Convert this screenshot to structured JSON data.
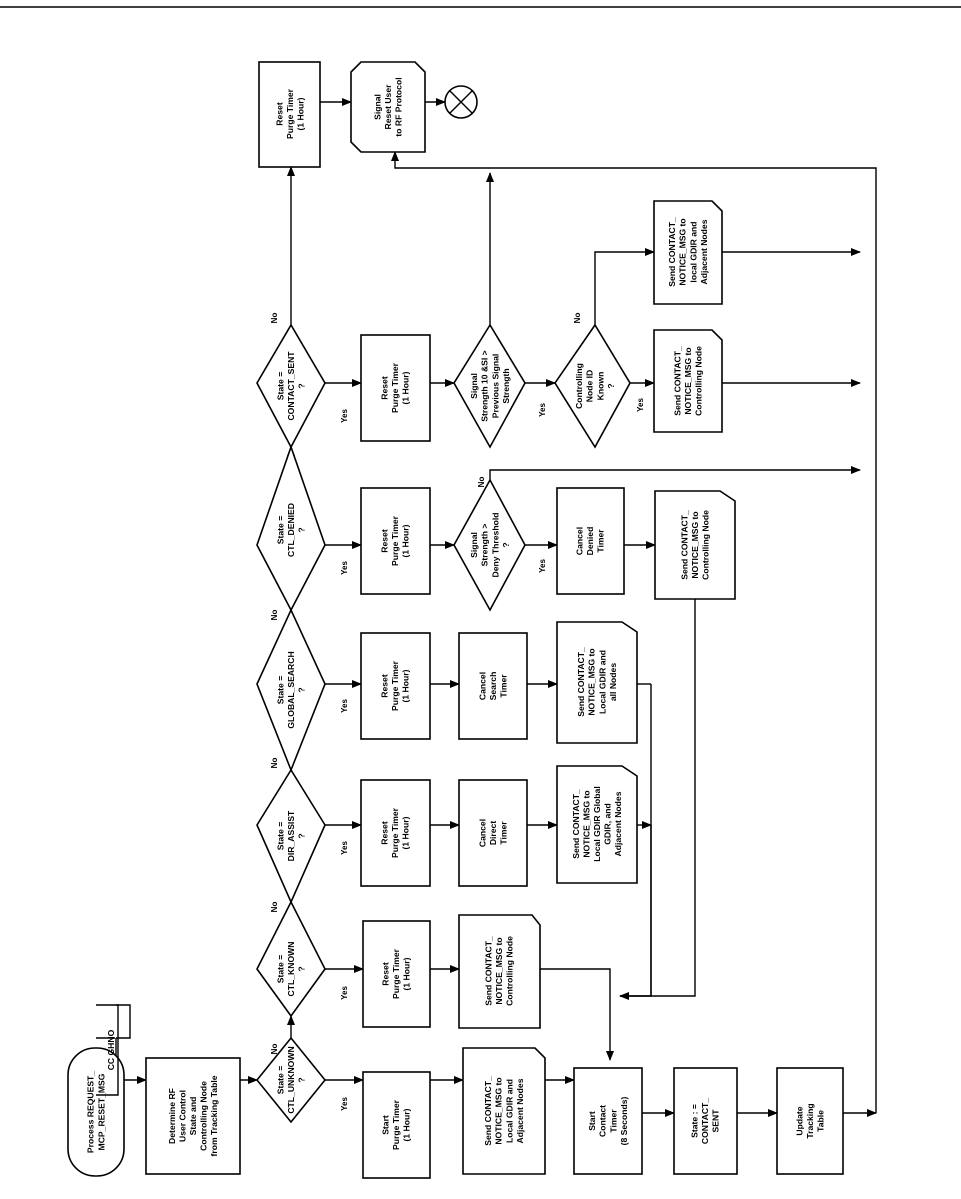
{
  "nodes": {
    "process": {
      "lines": [
        "Process REQUEST_",
        "MCP_RESET_MSG"
      ]
    },
    "ccgh": {
      "lines": [
        "CC GHNO"
      ]
    },
    "determine": {
      "lines": [
        "Determine RF",
        "User Control",
        "State and",
        "Controlling Node",
        "from Tracking Table"
      ]
    },
    "d1": {
      "lines": [
        "State =",
        "CTL_UNKNOWN",
        "?"
      ]
    },
    "r1": {
      "lines": [
        "Start",
        "Purge Timer",
        "(1 Hour)"
      ]
    },
    "m1": {
      "lines": [
        "Send CONTACT_",
        "NOTICE_MSG to",
        "Local GDIR and",
        "Adjacent Nodes"
      ]
    },
    "startcontact": {
      "lines": [
        "Start",
        "Contact",
        "Timer",
        "(8 Seconds)"
      ]
    },
    "stateset": {
      "lines": [
        "State : =",
        "CONTACT_",
        "SENT"
      ]
    },
    "update": {
      "lines": [
        "Update",
        "Tracking",
        "Table"
      ]
    },
    "d2": {
      "lines": [
        "State =",
        "CTL_KNOWN",
        "?"
      ]
    },
    "r2": {
      "lines": [
        "Reset",
        "Purge Timer",
        "(1 Hour)"
      ]
    },
    "m2": {
      "lines": [
        "Send CONTACT_",
        "NOTICE_MSG to",
        "Controlling Node"
      ]
    },
    "d3": {
      "lines": [
        "State =",
        "DIR_ASSIST",
        "?"
      ]
    },
    "r3": {
      "lines": [
        "Reset",
        "Purge Timer",
        "(1 Hour)"
      ]
    },
    "c3": {
      "lines": [
        "Cancel",
        "Direct",
        "Timer"
      ]
    },
    "m3": {
      "lines": [
        "Send CONTACT_",
        "NOTICE_MSG to",
        "Local GDIR Global",
        "GDIR, and",
        "Adjacent Nodes"
      ]
    },
    "d4": {
      "lines": [
        "State =",
        "GLOBAL_SEARCH",
        "?"
      ]
    },
    "r4": {
      "lines": [
        "Reset",
        "Purge Timer",
        "(1 Hour)"
      ]
    },
    "c4": {
      "lines": [
        "Cancel",
        "Search",
        "Timer"
      ]
    },
    "m4": {
      "lines": [
        "Send CONTACT_",
        "NOTICE_MSG to",
        "Local GDIR and",
        "all Nodes"
      ]
    },
    "d5": {
      "lines": [
        "State =",
        "CTL_DENIED",
        "?"
      ]
    },
    "r5": {
      "lines": [
        "Reset",
        "Purge Timer",
        "(1 Hour)"
      ]
    },
    "d5b": {
      "lines": [
        "Signal",
        "Strength >",
        "Deny Threshold",
        "?"
      ]
    },
    "c5": {
      "lines": [
        "Cancel",
        "Denied",
        "Timer"
      ]
    },
    "m5": {
      "lines": [
        "Send CONTACT_",
        "NOTICE_MSG to",
        "Controlling Node"
      ]
    },
    "d6": {
      "lines": [
        "State =",
        "CONTACT_SENT",
        "?"
      ]
    },
    "r6": {
      "lines": [
        "Reset",
        "Purge Timer",
        "(1 Hour)"
      ]
    },
    "d6b": {
      "lines": [
        "Signal",
        "Strength 10 &SI >",
        "Previous Signal",
        "Strength"
      ]
    },
    "d6c": {
      "lines": [
        "Controlling",
        "Node ID",
        "Known",
        "?"
      ]
    },
    "m6a": {
      "lines": [
        "Send CONTACT_",
        "NOTICE_MSG to",
        "Controlling Node"
      ]
    },
    "m6b": {
      "lines": [
        "Send CONTACT_",
        "NOTICE_MSG to",
        "local GDIR and",
        "Adjacent Nodes"
      ]
    },
    "r7": {
      "lines": [
        "Reset",
        "Purge Timer",
        "(1 Hour)"
      ]
    },
    "sig": {
      "lines": [
        "Signal",
        "Reset User",
        "to RF Protocol"
      ]
    }
  },
  "labels": {
    "yes": "Yes",
    "no": "No"
  }
}
